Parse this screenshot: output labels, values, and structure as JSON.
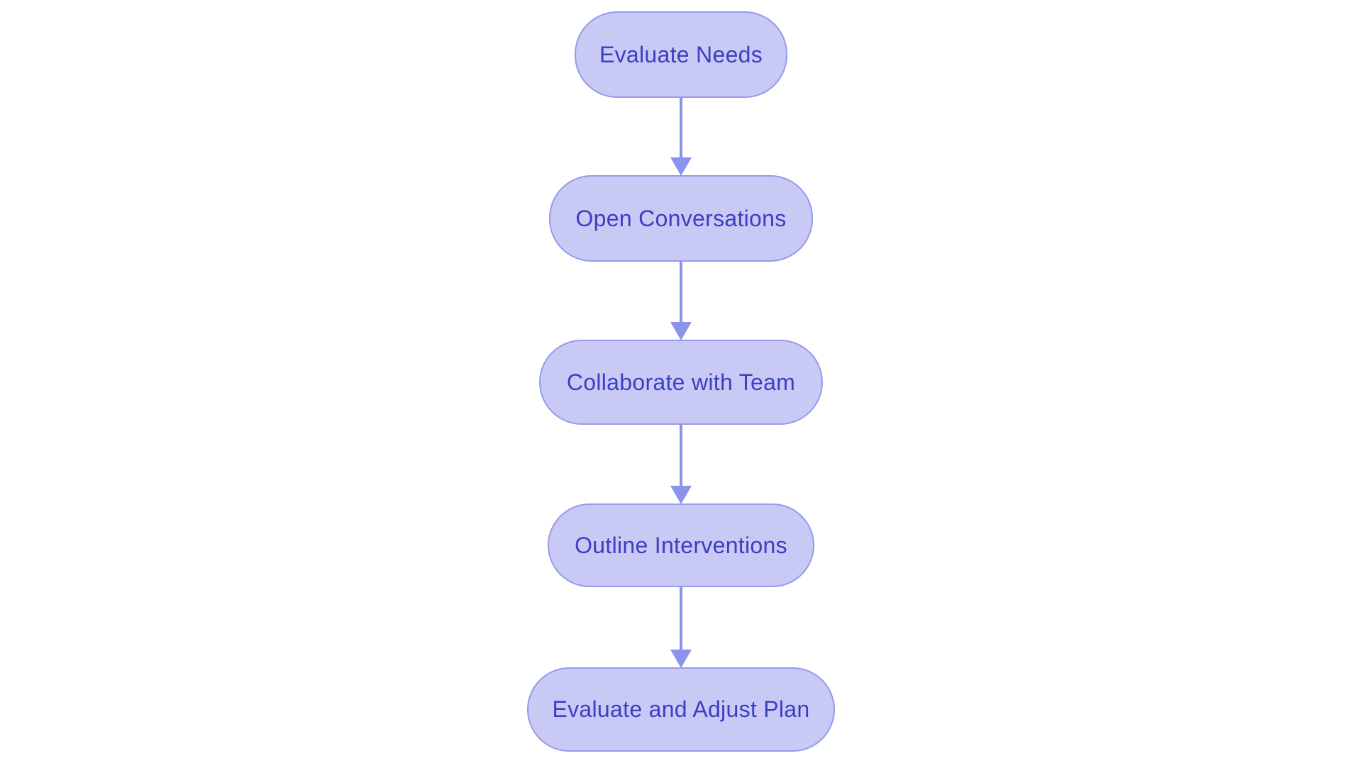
{
  "theme": {
    "bg": "#ffffff",
    "node_fill": "#c8c9f4",
    "node_border": "#969bea",
    "node_text": "#3c3ec4",
    "arrow": "#8b93ec"
  },
  "diagram": {
    "type": "flowchart",
    "direction": "top-down",
    "nodes": [
      {
        "id": "evaluate-needs",
        "label": "Evaluate Needs"
      },
      {
        "id": "open-conversations",
        "label": "Open Conversations"
      },
      {
        "id": "collaborate-with-team",
        "label": "Collaborate with Team"
      },
      {
        "id": "outline-interventions",
        "label": "Outline Interventions"
      },
      {
        "id": "evaluate-and-adjust-plan",
        "label": "Evaluate and Adjust Plan"
      }
    ],
    "connections": [
      {
        "from": "evaluate-needs",
        "to": "open-conversations"
      },
      {
        "from": "open-conversations",
        "to": "collaborate-with-team"
      },
      {
        "from": "collaborate-with-team",
        "to": "outline-interventions"
      },
      {
        "from": "outline-interventions",
        "to": "evaluate-and-adjust-plan"
      }
    ]
  }
}
